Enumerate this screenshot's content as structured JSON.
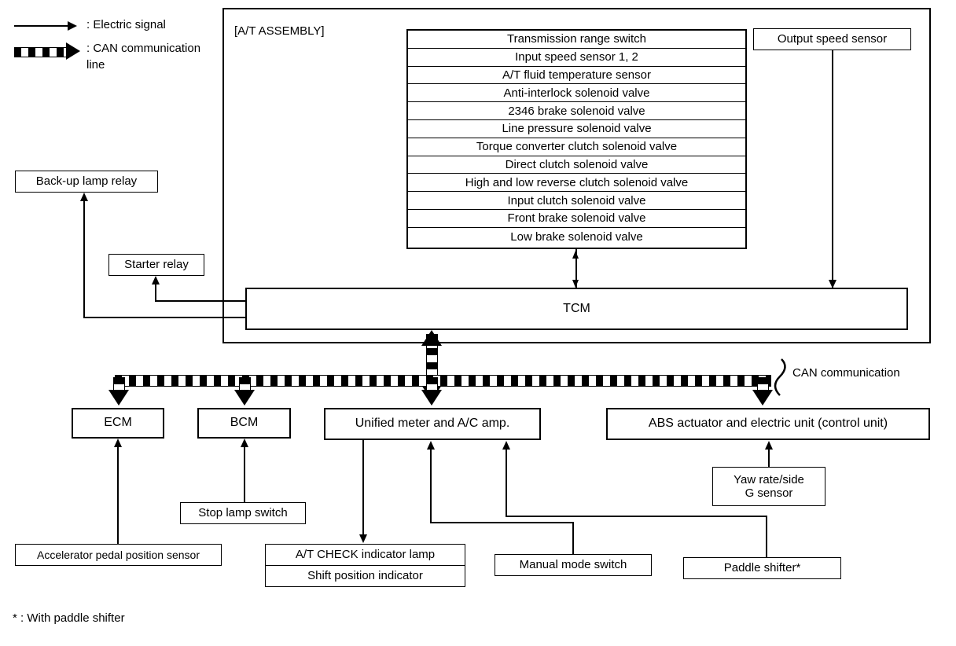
{
  "legend": {
    "electric_signal": ": Electric signal",
    "can_line_1": ": CAN communication",
    "can_line_2": "line",
    "electric_icon": "arrow-right-icon",
    "can_icon": "dashed-arrow-right-icon"
  },
  "assembly": {
    "label": "[A/T ASSEMBLY]",
    "tcm": "TCM",
    "components": [
      "Transmission range switch",
      "Input speed sensor 1, 2",
      "A/T fluid temperature sensor",
      "Anti-interlock solenoid valve",
      "2346 brake solenoid valve",
      "Line pressure solenoid valve",
      "Torque converter clutch solenoid valve",
      "Direct clutch solenoid valve",
      "High and low reverse clutch solenoid valve",
      "Input clutch solenoid valve",
      "Front brake solenoid valve",
      "Low brake solenoid valve"
    ]
  },
  "external": {
    "output_speed_sensor": "Output speed sensor",
    "backup_lamp_relay": "Back-up lamp relay",
    "starter_relay": "Starter relay"
  },
  "can_bus": {
    "label": "CAN communication"
  },
  "modules": {
    "ecm": "ECM",
    "bcm": "BCM",
    "unified_meter": "Unified meter and A/C amp.",
    "abs_unit": "ABS actuator and electric unit (control unit)"
  },
  "inputs": {
    "accelerator_pedal": "Accelerator pedal position sensor",
    "stop_lamp_switch": "Stop lamp switch",
    "at_check_lamp": "A/T CHECK indicator lamp",
    "shift_position_indicator": "Shift position indicator",
    "manual_mode_switch": "Manual mode switch",
    "yaw_rate_sensor_1": "Yaw rate/side",
    "yaw_rate_sensor_2": "G sensor",
    "paddle_shifter": "Paddle shifter*"
  },
  "footnote": "* : With paddle shifter",
  "colors": {
    "line": "#000000",
    "background": "#ffffff"
  }
}
